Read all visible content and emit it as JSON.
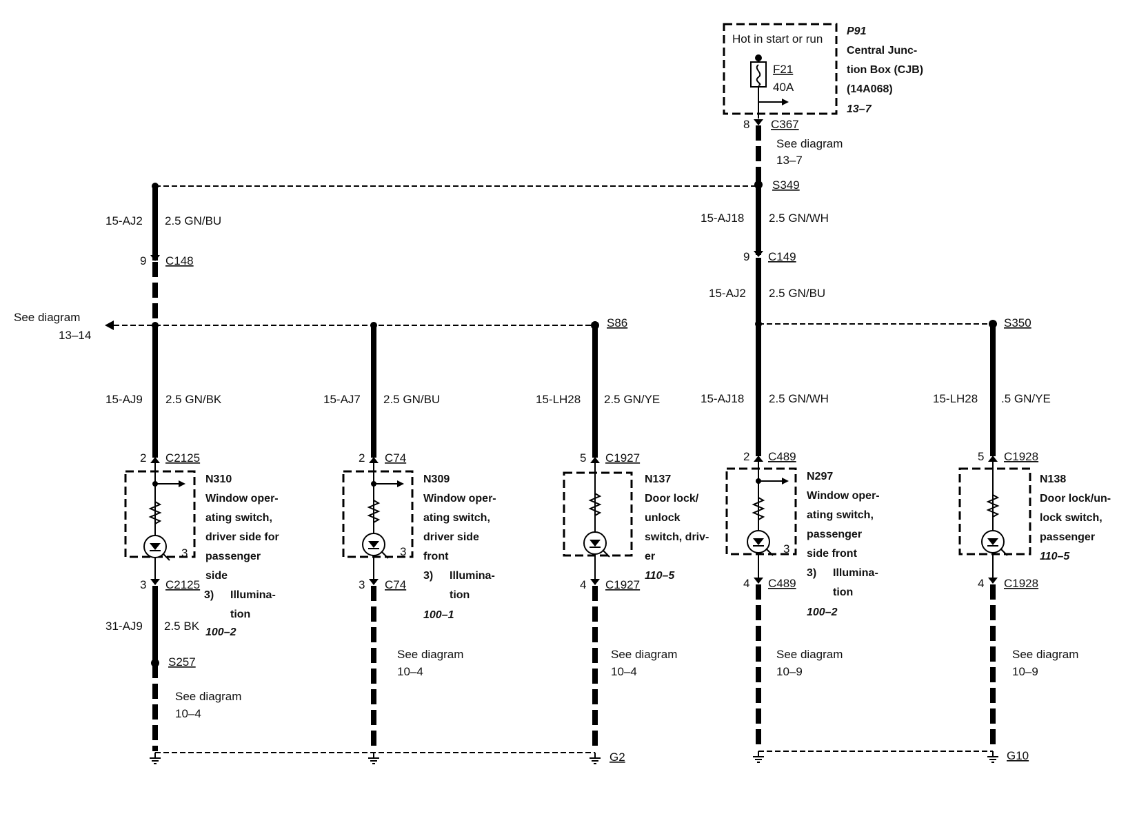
{
  "cjb": {
    "box_label": "Hot in start or run",
    "id": "P91",
    "name_lines": [
      "Central Junc-",
      "tion Box (CJB)",
      "(14A068)"
    ],
    "ref": "13–7",
    "fuse_id": "F21",
    "fuse_rating": "40A",
    "pin": "8",
    "connector": "C367",
    "see_lines": [
      "See diagram",
      "13–7"
    ]
  },
  "splices": {
    "s349": "S349",
    "s86": "S86",
    "s350": "S350",
    "s257": "S257"
  },
  "see_left": [
    "See diagram",
    "13–14"
  ],
  "wires": {
    "main_left": {
      "circuit": "15-AJ2",
      "spec": "2.5 GN/BU",
      "pin": "9",
      "connector": "C148"
    },
    "main_right": {
      "circuit": "15-AJ18",
      "spec": "2.5 GN/WH",
      "pin": "9",
      "connector": "C149"
    },
    "main_right_lower": {
      "circuit": "15-AJ2",
      "spec": "2.5 GN/BU"
    },
    "ground_wire": {
      "circuit": "31-AJ9",
      "spec": "2.5 BK"
    }
  },
  "components": [
    {
      "key": "n310",
      "circuit": "15-AJ9",
      "spec": "2.5 GN/BK",
      "pin_top": "2",
      "conn_top": "C2125",
      "id": "N310",
      "name_lines": [
        "Window oper-",
        "ating switch,",
        "driver side for",
        "passenger",
        "side"
      ],
      "illum_num": "3)",
      "illum_lines": [
        "Illumina-",
        "tion"
      ],
      "ref": "100–2",
      "side_pin": "3",
      "pin_bot": "3",
      "conn_bot": "C2125",
      "see_lines": [
        "See diagram",
        "10–4"
      ]
    },
    {
      "key": "n309",
      "circuit": "15-AJ7",
      "spec": "2.5 GN/BU",
      "pin_top": "2",
      "conn_top": "C74",
      "id": "N309",
      "name_lines": [
        "Window oper-",
        "ating switch,",
        "driver side",
        "front"
      ],
      "illum_num": "3)",
      "illum_lines": [
        "Illumina-",
        "tion"
      ],
      "ref": "100–1",
      "side_pin": "3",
      "pin_bot": "3",
      "conn_bot": "C74",
      "see_lines": [
        "See diagram",
        "10–4"
      ]
    },
    {
      "key": "n137",
      "circuit": "15-LH28",
      "spec": "2.5 GN/YE",
      "pin_top": "5",
      "conn_top": "C1927",
      "id": "N137",
      "name_lines": [
        "Door lock/",
        "unlock",
        "switch, driv-",
        "er"
      ],
      "ref": "110–5",
      "pin_bot": "4",
      "conn_bot": "C1927",
      "see_lines": [
        "See diagram",
        "10–4"
      ]
    },
    {
      "key": "n297",
      "circuit": "15-AJ18",
      "spec": "2.5 GN/WH",
      "pin_top": "2",
      "conn_top": "C489",
      "id": "N297",
      "name_lines": [
        "Window oper-",
        "ating switch,",
        "passenger",
        "side front"
      ],
      "illum_num": "3)",
      "illum_lines": [
        "Illumina-",
        "tion"
      ],
      "ref": "100–2",
      "side_pin": "3",
      "pin_bot": "4",
      "conn_bot": "C489",
      "see_lines": [
        "See diagram",
        "10–9"
      ]
    },
    {
      "key": "n138",
      "circuit": "15-LH28",
      "spec": ".5 GN/YE",
      "pin_top": "5",
      "conn_top": "C1928",
      "id": "N138",
      "name_lines": [
        "Door lock/un-",
        "lock switch,",
        "passenger"
      ],
      "ref": "110–5",
      "pin_bot": "4",
      "conn_bot": "C1928",
      "see_lines": [
        "See diagram",
        "10–9"
      ]
    }
  ],
  "grounds": {
    "g2": "G2",
    "g10": "G10"
  }
}
